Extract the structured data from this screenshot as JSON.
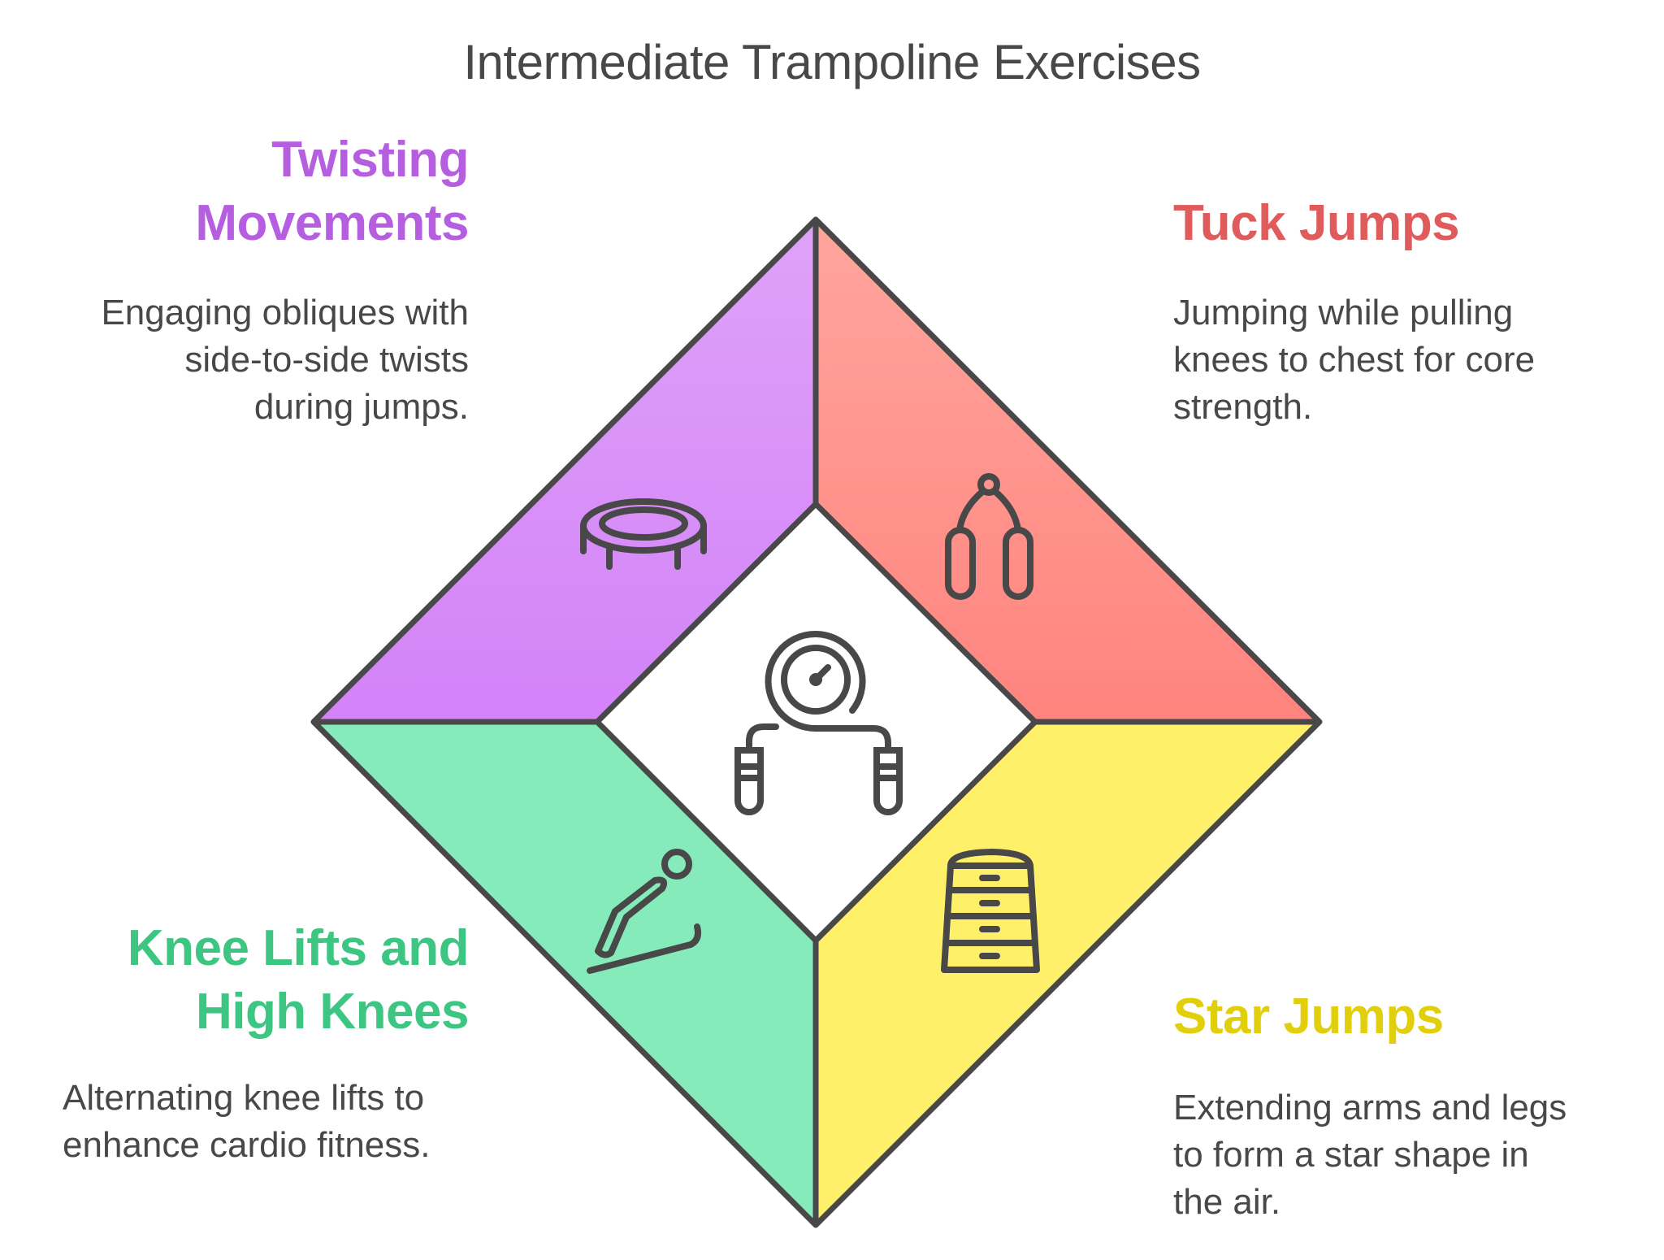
{
  "title": "Intermediate Trampoline Exercises",
  "colors": {
    "stroke": "#484848",
    "text": "#484848",
    "purple_heading": "#B65EE0",
    "red_heading": "#E05C5C",
    "green_heading": "#3DC681",
    "yellow_heading": "#E2CF0B",
    "purple_top": "#DFA2F8",
    "purple_bottom": "#D382F8",
    "red_top": "#FFA59D",
    "red_bottom": "#FF847E",
    "green_fill": "#85EBBA",
    "yellow_fill": "#FFF06A"
  },
  "center": {
    "icon": "jump-rope-counter-icon"
  },
  "quadrants": [
    {
      "position": "top-left",
      "heading_lines": [
        "Twisting",
        "Movements"
      ],
      "description_lines": [
        "Engaging obliques with",
        "side-to-side twists",
        "during jumps."
      ],
      "icon": "trampoline-icon"
    },
    {
      "position": "top-right",
      "heading_lines": [
        "Tuck Jumps"
      ],
      "description_lines": [
        "Jumping while pulling",
        "knees to chest for core",
        "strength."
      ],
      "icon": "resistance-band-icon"
    },
    {
      "position": "bottom-left",
      "heading_lines": [
        "Knee Lifts and",
        "High Knees"
      ],
      "description_lines": [
        "Alternating knee lifts to",
        "enhance cardio fitness."
      ],
      "icon": "ski-jumper-icon"
    },
    {
      "position": "bottom-right",
      "heading_lines": [
        "Star Jumps"
      ],
      "description_lines": [
        "Extending arms and legs",
        "to form a star shape in",
        "the air."
      ],
      "icon": "vaulting-box-icon"
    }
  ]
}
